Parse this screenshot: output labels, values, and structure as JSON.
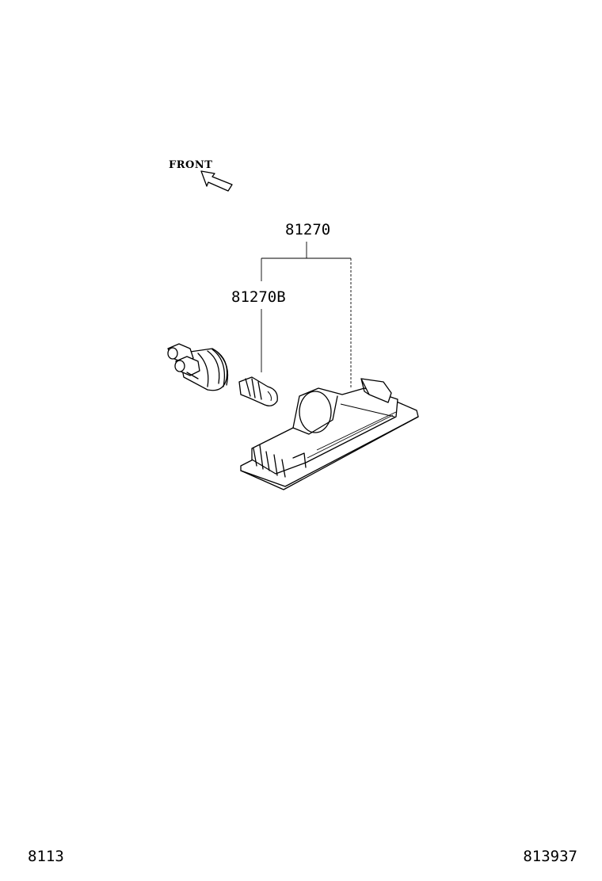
{
  "orientation": {
    "label": "FRONT"
  },
  "callouts": {
    "assembly": "81270",
    "bulb": "81270B"
  },
  "footer": {
    "group_code": "8113",
    "illustration_code": "813937"
  }
}
